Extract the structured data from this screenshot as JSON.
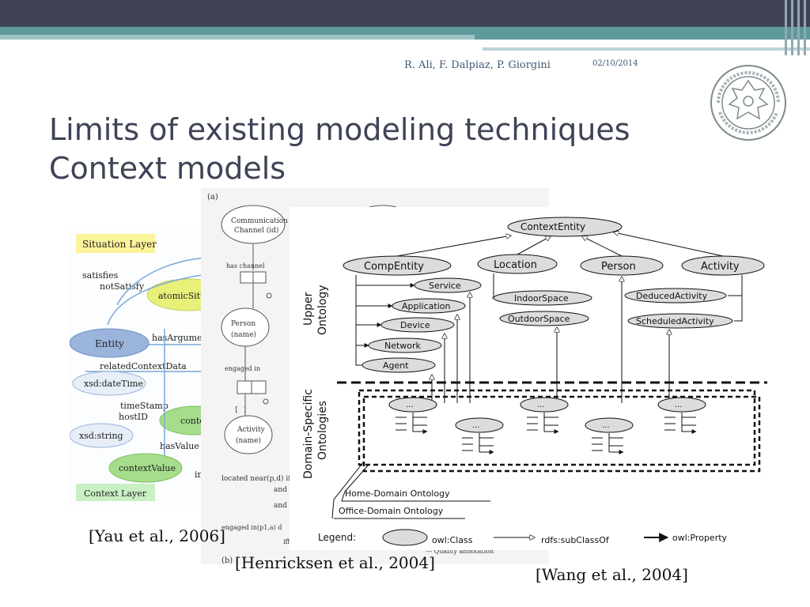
{
  "header": {
    "authors": "R. Ali, F. Dalpiaz, P. Giorgini",
    "date": "02/10/2014"
  },
  "title": {
    "line1": "Limits of existing modeling techniques",
    "line2": "Context models"
  },
  "citations": {
    "yau": "[Yau et al., 2006]",
    "henricksen": "[Henricksen et al., 2004]",
    "wang": "[Wang et al., 2004]"
  },
  "fig_yau": {
    "situation_layer": "Situation Layer",
    "context_layer": "Context Layer",
    "satisfies": "satisfies",
    "not_satisfy": "notSatisfy",
    "atomic": "atomicSitu",
    "entity": "Entity",
    "has_argument": "hasArgume",
    "related": "relatedContextData",
    "datetime": "xsd:dateTime",
    "timestamp": "timeStamp",
    "hostid": "hostID",
    "string": "xsd:string",
    "has_value": "hasValue",
    "conte": "conte",
    "context_value": "contextValue",
    "in_label": "in"
  },
  "fig_henricksen": {
    "a": "(a)",
    "b": "(b)",
    "comm1": "Communication",
    "comm2": "Channel (id)",
    "has_channel": "has channel",
    "person1": "Person",
    "person2": "(name)",
    "engaged": "engaged in",
    "brackets": "[ ]",
    "activity1": "Activity",
    "activity2": "(name)",
    "located": "located near(p,d) if",
    "and1": "and l",
    "and2": "and l",
    "engaged2": "engaged in(p1,a) d",
    "iff": "iff",
    "quality": "--- Quality annotation"
  },
  "fig_wang": {
    "context_entity": "ContextEntity",
    "comp_entity": "CompEntity",
    "location": "Location",
    "person": "Person",
    "activity": "Activity",
    "service": "Service",
    "application": "Application",
    "device": "Device",
    "network": "Network",
    "agent": "Agent",
    "indoor": "IndoorSpace",
    "outdoor": "OutdoorSpace",
    "deduced": "DeducedActivity",
    "scheduled": "ScheduledActivity",
    "upper1": "Upper",
    "upper2": "Ontology",
    "domain1": "Domain-Specific",
    "domain2": "Ontologies",
    "ellipsis": "...",
    "home": "Home-Domain Ontology",
    "office": "Office-Domain Ontology",
    "legend": "Legend:",
    "owl_class": "owl:Class",
    "subclass": "rdfs:subClassOf",
    "owl_property": "owl:Property"
  }
}
